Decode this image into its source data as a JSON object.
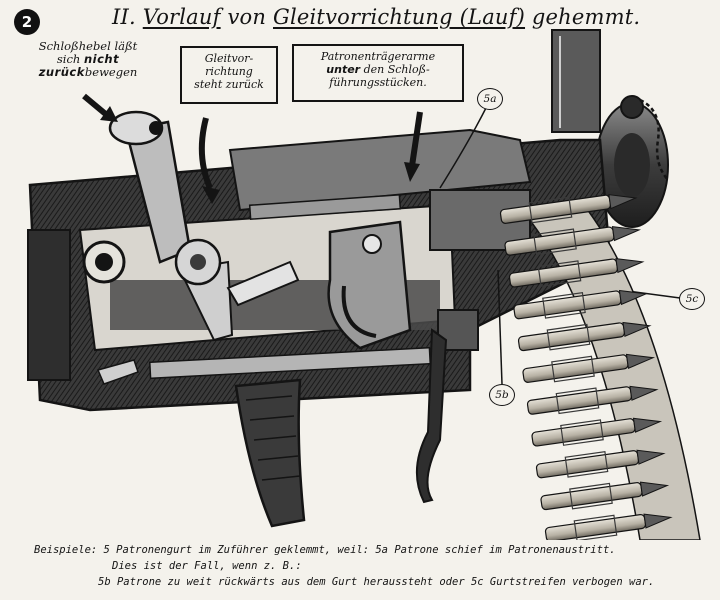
{
  "badge": "2",
  "title": {
    "prefix": "II. ",
    "part1": "Vorlauf",
    "part2": " von ",
    "part3": "Gleitvorrichtung (Lauf)",
    "part4": " gehemmt."
  },
  "labels": {
    "schlosshebel": {
      "line1": "Schloßhebel läßt",
      "line2_pre": "sich ",
      "line2_bold": "nicht",
      "line3_bold": "zurück",
      "line3_post": "bewegen"
    },
    "gleitvorrichtung": {
      "line1": "Gleitvor-",
      "line2": "richtung",
      "line3": "steht zurück"
    },
    "patronentraeger": {
      "line1": "Patronenträgerarme",
      "line2_bold": "unter",
      "line2_post": " den Schloß-",
      "line3": "führungsstücken."
    }
  },
  "callouts": {
    "c5a": "5a",
    "c5b": "5b",
    "c5c": "5c"
  },
  "caption": {
    "line1": "Beispiele: 5 Patronengurt im Zuführer geklemmt, weil: 5a Patrone schief im Patronenaustritt.",
    "line2": "Dies ist der Fall, wenn z. B.:",
    "line3": "5b Patrone zu weit rückwärts aus dem Gurt heraussteht oder 5c Gurtstreifen verbogen war."
  },
  "colors": {
    "ink": "#141414",
    "paper": "#f4f2ec",
    "metal_dark": "#2b2b2b",
    "metal_mid": "#6e6e6e",
    "metal_light": "#bdbdbd"
  },
  "illustration": {
    "kind": "machine-gun-mechanism-drawing",
    "belt_cartridges": 11
  }
}
